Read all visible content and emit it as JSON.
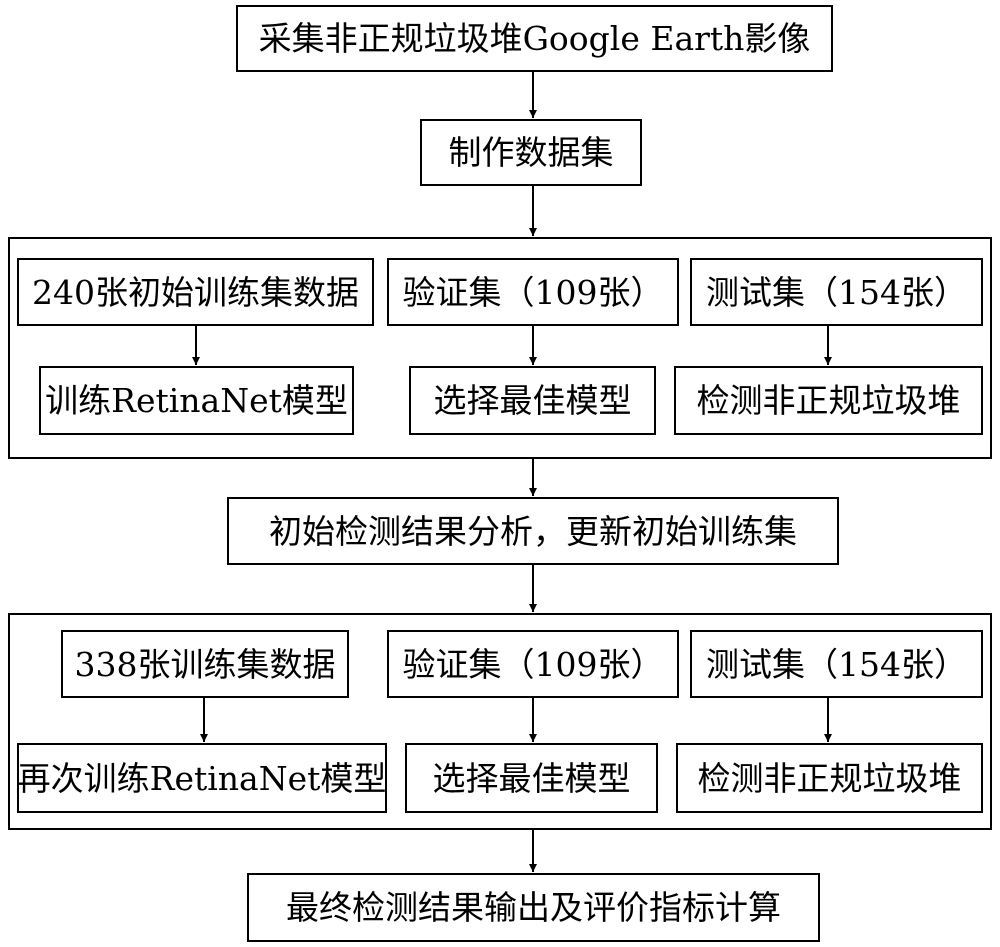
{
  "flowchart": {
    "step1": "采集非正规垃圾堆Google Earth影像",
    "step2": "制作数据集",
    "stage1": {
      "train_data": "240张初始训练集数据",
      "val_set": "验证集（109张）",
      "test_set": "测试集（154张）",
      "train_model": "训练RetinaNet模型",
      "select_model": "选择最佳模型",
      "detect": "检测非正规垃圾堆"
    },
    "step3": "初始检测结果分析，更新初始训练集",
    "stage2": {
      "train_data": "338张训练集数据",
      "val_set": "验证集（109张）",
      "test_set": "测试集（154张）",
      "train_model": "再次训练RetinaNet模型",
      "select_model": "选择最佳模型",
      "detect": "检测非正规垃圾堆"
    },
    "step4": "最终检测结果输出及评价指标计算"
  }
}
